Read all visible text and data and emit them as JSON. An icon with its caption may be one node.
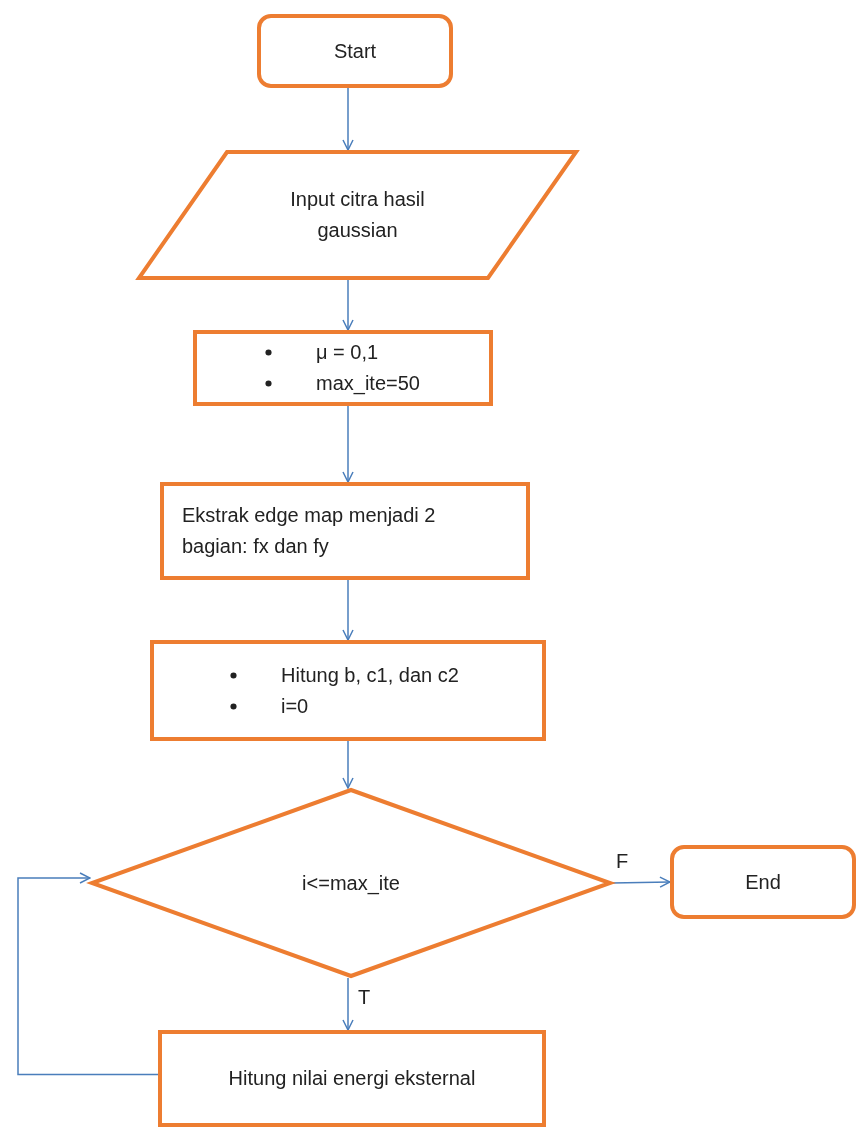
{
  "diagram": {
    "nodes": [
      {
        "text": [
          "Start"
        ]
      },
      {
        "text": [
          "Input citra hasil gaussian"
        ]
      },
      {
        "text": [
          "μ = 0,1",
          "max_ite=50"
        ]
      },
      {
        "text": [
          "Ekstrak edge map menjadi 2 bagian: fx dan fy"
        ]
      },
      {
        "text": [
          "Hitung b, c1, dan c2",
          "i=0"
        ]
      },
      {
        "text": [
          "i<=max_ite"
        ]
      },
      {
        "text": [
          "End"
        ]
      },
      {
        "text": [
          "Hitung nilai energi eksternal"
        ]
      }
    ],
    "edges": [
      {
        "from": 0,
        "to": 1,
        "arrow": "to"
      },
      {
        "from": 1,
        "to": 2,
        "arrow": "to"
      },
      {
        "from": 2,
        "to": 3,
        "arrow": "to"
      },
      {
        "from": 3,
        "to": 4,
        "arrow": "to"
      },
      {
        "from": 4,
        "to": 5,
        "arrow": "to"
      },
      {
        "from": 5,
        "to": 6,
        "arrow": "to",
        "label": "F"
      },
      {
        "from": 5,
        "to": 7,
        "arrow": "to",
        "label": "T"
      },
      {
        "from": 7,
        "to": 5,
        "arrow": "to"
      }
    ]
  }
}
